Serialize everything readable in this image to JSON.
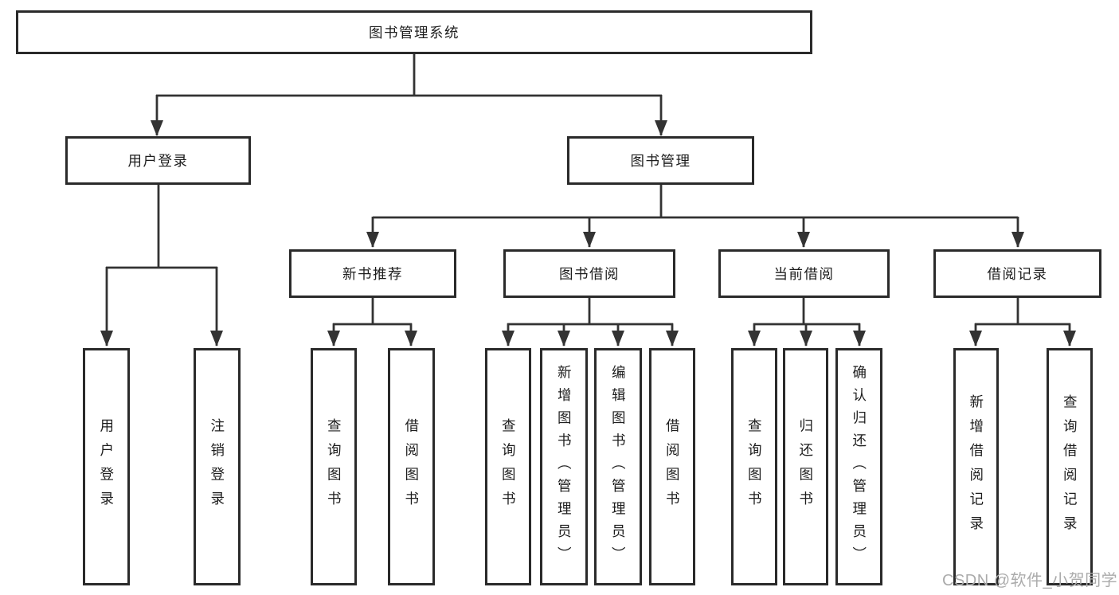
{
  "tree": {
    "root": {
      "label": "图书管理系统"
    },
    "branches": [
      {
        "label": "用户登录",
        "children": [
          {
            "label": "用户登录"
          },
          {
            "label": "注销登录"
          }
        ]
      },
      {
        "label": "图书管理",
        "children": [
          {
            "label": "新书推荐",
            "children": [
              {
                "label": "查询图书"
              },
              {
                "label": "借阅图书"
              }
            ]
          },
          {
            "label": "图书借阅",
            "children": [
              {
                "label": "查询图书"
              },
              {
                "label": "新增图书（管理员）"
              },
              {
                "label": "编辑图书（管理员）"
              },
              {
                "label": "借阅图书"
              }
            ]
          },
          {
            "label": "当前借阅",
            "children": [
              {
                "label": "查询图书"
              },
              {
                "label": "归还图书"
              },
              {
                "label": "确认归还（管理员）"
              }
            ]
          },
          {
            "label": "借阅记录",
            "children": [
              {
                "label": "新增借阅记录"
              },
              {
                "label": "查询借阅记录"
              }
            ]
          }
        ]
      }
    ]
  },
  "watermark": {
    "text": "CSDN @软件_小贺同学"
  },
  "colors": {
    "line": "#333333",
    "border": "#2a2a2a",
    "text": "#1d1d1d",
    "watermark": "#ababab"
  }
}
